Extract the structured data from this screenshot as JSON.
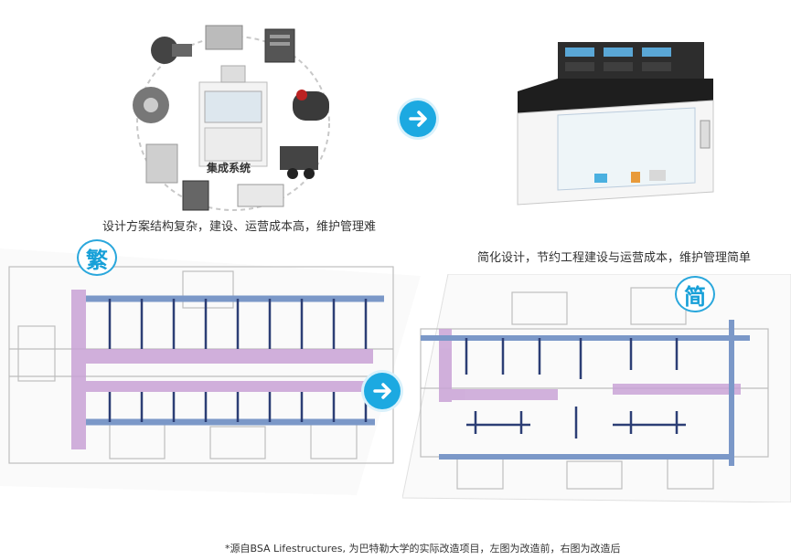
{
  "top_left": {
    "center_label": "集成系统",
    "caption": "设计方案结构复杂，建设、运营成本高，维护管理难",
    "equipment_icons": [
      "fume-hood",
      "fan-icon",
      "control-cabinet-icon",
      "tank-icon",
      "compressor-icon",
      "boiler-icon",
      "air-handler-icon",
      "blower-icon"
    ]
  },
  "top_right": {
    "caption": "简化设计，节约工程建设与运营成本，维护管理简单"
  },
  "badges": {
    "complex": "繁",
    "simple": "简"
  },
  "footnote": "*源自BSA Lifestructures, 为巴特勒大学的实际改造项目，左图为改造前，右图为改造后",
  "colors": {
    "accent": "#1ca9e1",
    "duct_purple": "#c9a3d6",
    "duct_blue": "#7b98c8",
    "duct_dark": "#2c3e75"
  }
}
